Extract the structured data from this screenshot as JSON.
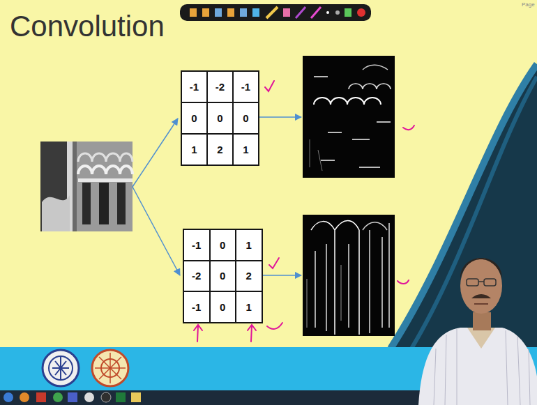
{
  "diagram": {
    "title": "Convolution",
    "nodes": [
      {
        "text": [
          "-1"
        ]
      },
      {
        "text": [
          "-2"
        ]
      },
      {
        "text": [
          "-1"
        ]
      },
      {
        "text": [
          "0"
        ]
      },
      {
        "text": [
          "0"
        ]
      },
      {
        "text": [
          "0"
        ]
      },
      {
        "text": [
          "1"
        ]
      },
      {
        "text": [
          "2"
        ]
      },
      {
        "text": [
          "1"
        ]
      },
      {
        "text": [
          "-1"
        ]
      },
      {
        "text": [
          "0"
        ]
      },
      {
        "text": [
          "1"
        ]
      },
      {
        "text": [
          "-2"
        ]
      },
      {
        "text": [
          "0"
        ]
      },
      {
        "text": [
          "2"
        ]
      },
      {
        "text": [
          "-1"
        ]
      },
      {
        "text": [
          "0"
        ]
      },
      {
        "text": [
          "1"
        ]
      }
    ],
    "labels": [
      "Page"
    ]
  }
}
